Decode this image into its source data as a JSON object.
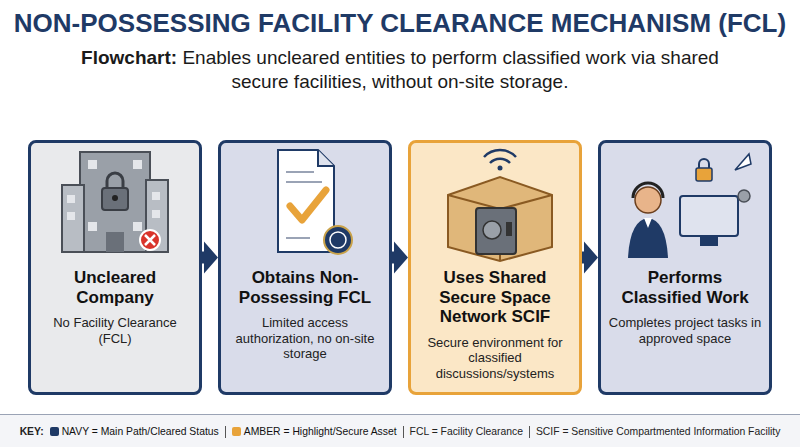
{
  "diagram": {
    "title": "NON-POSSESSING FACILITY CLEARANCE MECHANISM (FCL)",
    "nodes": [
      {
        "text": [
          "Uncleared Company",
          "No Facility Clearance (FCL)"
        ]
      },
      {
        "text": [
          "Obtains Non-Possessing FCL",
          "Limited access authorization, no on-site storage"
        ]
      },
      {
        "text": [
          "Uses Shared Secure Space Network SCIF",
          "Secure environment for classified discussions/systems"
        ]
      },
      {
        "text": [
          "Performs Classified Work",
          "Completes project tasks in approved space"
        ]
      }
    ],
    "edges": [
      {
        "from": 0,
        "to": 1,
        "arrow": "to"
      },
      {
        "from": 1,
        "to": 2,
        "arrow": "to"
      },
      {
        "from": 2,
        "to": 3,
        "arrow": "to"
      }
    ],
    "labels": [
      "Flowchart:",
      "Enables uncleared entities to perform classified work via shared secure facilities, without on-site storage.",
      "KEY:"
    ],
    "legend": [
      {
        "text": "NAVY = Main Path/Cleared Status",
        "color": "#1f3a66"
      },
      {
        "text": "AMBER = Highlight/Secure Asset",
        "color": "#e8a33a"
      },
      {
        "text": "FCL = Facility Clearance"
      },
      {
        "text": "SCIF = Sensitive Compartmented Information Facility"
      }
    ]
  }
}
